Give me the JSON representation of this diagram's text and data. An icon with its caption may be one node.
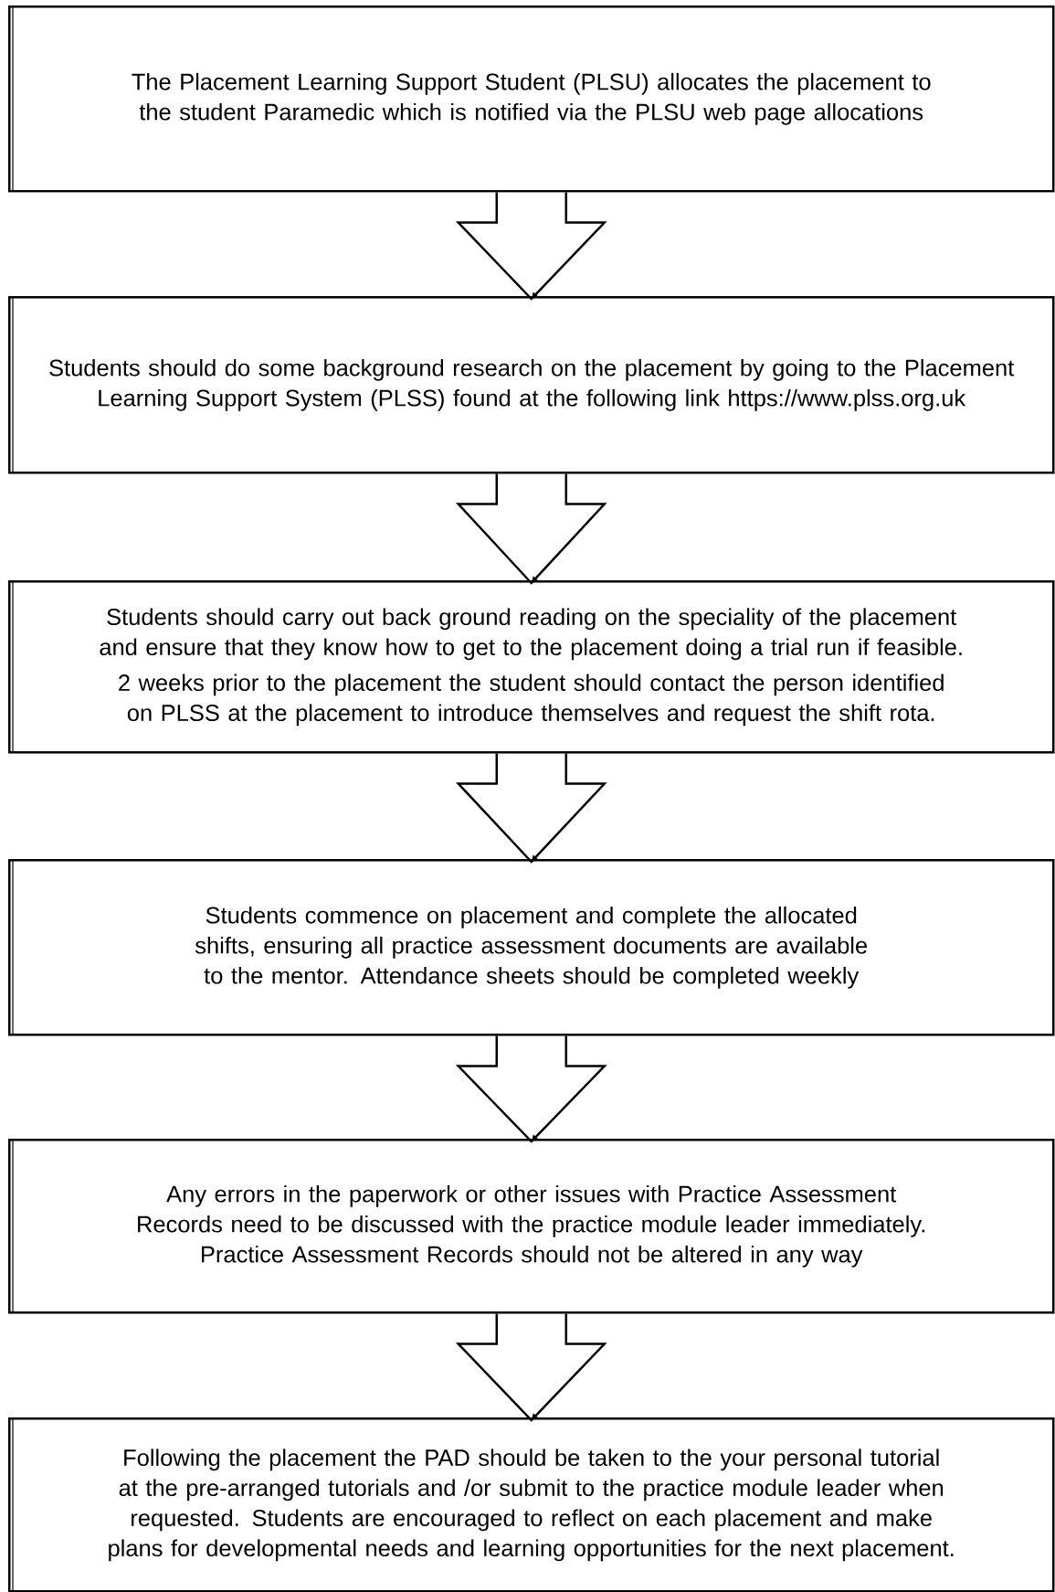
{
  "diagram": {
    "nodes": [
      {
        "text": [
          "The Placement Learning Support Student (PLSU) allocates the placement to the student Paramedic which is notified via the PLSU web page allocations"
        ]
      },
      {
        "text": [
          "Students should do some background research on the placement by going to the Placement Learning Support System (PLSS) found at the following link https://www.plss.org.uk"
        ]
      },
      {
        "text": [
          "Students should carry out back ground reading on the speciality of the placement and ensure that they know how to get to the placement doing a trial run if feasible.",
          "2 weeks prior to the placement the student should contact the person identified on PLSS at the placement to introduce themselves and request the shift rota."
        ]
      },
      {
        "text": [
          "Students commence on placement and complete the allocated shifts, ensuring all practice assessment documents are available to the mentor.  Attendance sheets should be completed weekly"
        ]
      },
      {
        "text": [
          "Any errors in the paperwork or other issues with Practice Assessment Records need to be discussed with the practice module leader immediately.  Practice Assessment Records should not be altered in any way"
        ]
      },
      {
        "text": [
          "Following the placement the PAD should be taken to the your personal tutorial at the pre-arranged tutorials and /or submit to the practice module leader when requested. Students are encouraged to reflect on each placement and make plans for developmental needs and learning opportunities for the next placement."
        ]
      }
    ],
    "edges": [
      {
        "from": 0,
        "to": 1,
        "arrow": "to"
      },
      {
        "from": 1,
        "to": 2,
        "arrow": "to"
      },
      {
        "from": 2,
        "to": 3,
        "arrow": "to"
      },
      {
        "from": 3,
        "to": 4,
        "arrow": "to"
      },
      {
        "from": 4,
        "to": 5,
        "arrow": "to"
      }
    ]
  }
}
